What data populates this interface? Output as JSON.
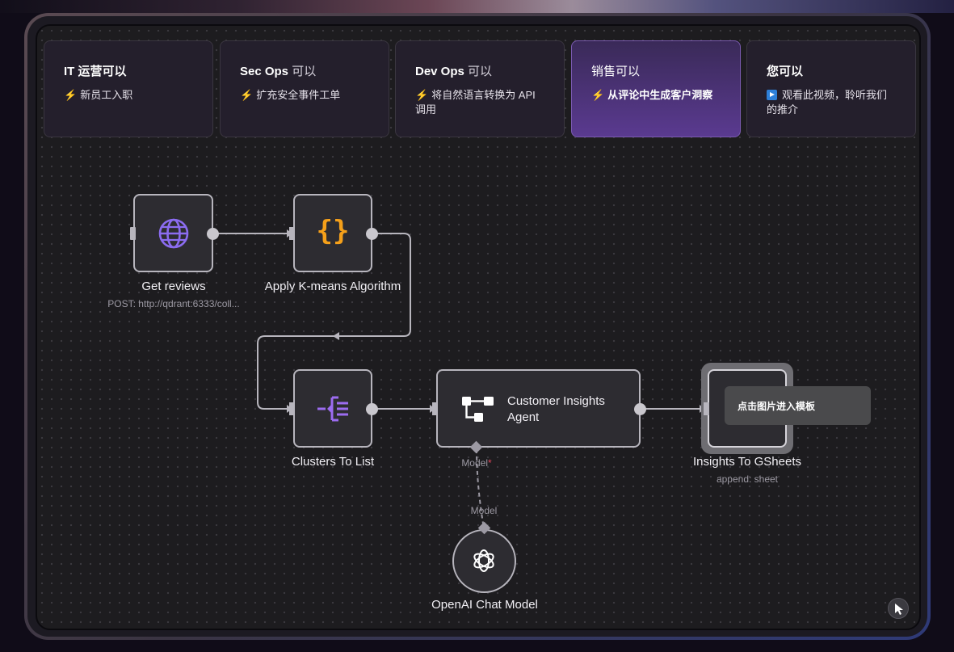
{
  "tabs": [
    {
      "title_bold": "IT 运营可以",
      "title_rest": "",
      "icon": "lightning-icon",
      "desc": "新员工入职",
      "active": false
    },
    {
      "title_bold": "Sec Ops",
      "title_rest": " 可以",
      "icon": "lightning-icon",
      "desc": "扩充安全事件工单",
      "active": false
    },
    {
      "title_bold": "Dev Ops",
      "title_rest": " 可以",
      "icon": "lightning-icon",
      "desc": "将自然语言转换为 API 调用",
      "active": false
    },
    {
      "title_bold": "销售可以",
      "title_rest": "",
      "icon": "lightning-icon",
      "desc": "从评论中生成客户洞察",
      "active": true
    },
    {
      "title_bold": "您可以",
      "title_rest": "",
      "icon": "play-icon",
      "desc": "观看此视频，聆听我们的推介",
      "active": false
    }
  ],
  "nodes": {
    "get_reviews": {
      "label": "Get reviews",
      "sub": "POST: http://qdrant:6333/coll...",
      "icon": "globe-icon"
    },
    "kmeans": {
      "label": "Apply K-means Algorithm",
      "icon": "curly-braces-icon"
    },
    "clusters": {
      "label": "Clusters To List",
      "icon": "split-list-icon"
    },
    "agent": {
      "label": "Customer Insights Agent",
      "line1": "Customer Insights",
      "line2": "Agent",
      "icon": "agent-tree-icon",
      "port_label": "Model",
      "required_mark": "*"
    },
    "gsheets": {
      "label": "Insights To GSheets",
      "sub": "append: sheet"
    },
    "openai": {
      "label": "OpenAI Chat Model",
      "icon": "openai-icon",
      "port_label": "Model"
    }
  },
  "tooltip": "点击图片进入模板",
  "colors": {
    "accent_purple": "#8b6cf0",
    "braces_orange": "#f5a01a",
    "bolt_yellow": "#f5c518",
    "required_red": "#e0455a"
  }
}
